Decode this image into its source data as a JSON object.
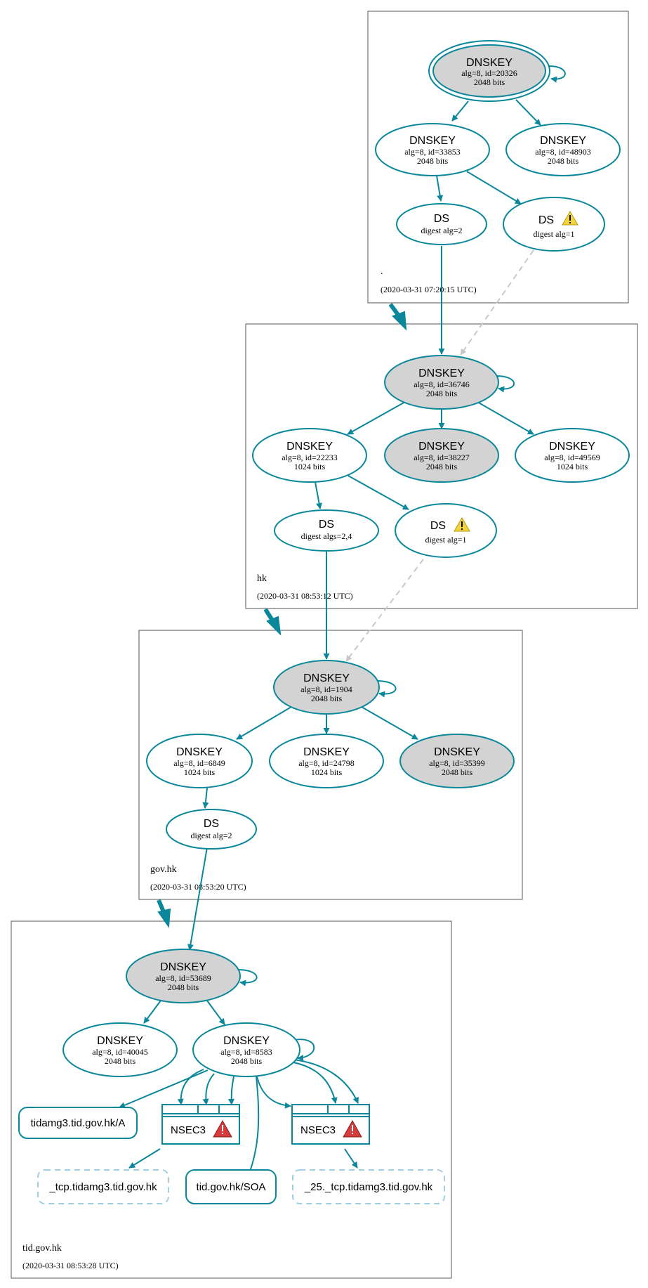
{
  "zones": [
    {
      "id": "root",
      "name": ".",
      "timestamp": "(2020-03-31 07:20:15 UTC)"
    },
    {
      "id": "hk",
      "name": "hk",
      "timestamp": "(2020-03-31 08:53:12 UTC)"
    },
    {
      "id": "govhk",
      "name": "gov.hk",
      "timestamp": "(2020-03-31 08:53:20 UTC)"
    },
    {
      "id": "tid",
      "name": "tid.gov.hk",
      "timestamp": "(2020-03-31 08:53:28 UTC)"
    }
  ],
  "nodes": {
    "root_ksk": {
      "title": "DNSKEY",
      "l1": "alg=8, id=20326",
      "l2": "2048 bits"
    },
    "root_k1": {
      "title": "DNSKEY",
      "l1": "alg=8, id=33853",
      "l2": "2048 bits"
    },
    "root_k2": {
      "title": "DNSKEY",
      "l1": "alg=8, id=48903",
      "l2": "2048 bits"
    },
    "hk_ds2": {
      "title": "DS",
      "l1": "digest alg=2"
    },
    "hk_ds1": {
      "title": "DS",
      "l1": "digest alg=1"
    },
    "hk_ksk": {
      "title": "DNSKEY",
      "l1": "alg=8, id=36746",
      "l2": "2048 bits"
    },
    "hk_k1": {
      "title": "DNSKEY",
      "l1": "alg=8, id=22233",
      "l2": "1024 bits"
    },
    "hk_k2": {
      "title": "DNSKEY",
      "l1": "alg=8, id=38227",
      "l2": "2048 bits"
    },
    "hk_k3": {
      "title": "DNSKEY",
      "l1": "alg=8, id=49569",
      "l2": "1024 bits"
    },
    "gov_ds24": {
      "title": "DS",
      "l1": "digest algs=2,4"
    },
    "gov_ds1": {
      "title": "DS",
      "l1": "digest alg=1"
    },
    "gov_ksk": {
      "title": "DNSKEY",
      "l1": "alg=8, id=1904",
      "l2": "2048 bits"
    },
    "gov_k1": {
      "title": "DNSKEY",
      "l1": "alg=8, id=6849",
      "l2": "1024 bits"
    },
    "gov_k2": {
      "title": "DNSKEY",
      "l1": "alg=8, id=24798",
      "l2": "1024 bits"
    },
    "gov_k3": {
      "title": "DNSKEY",
      "l1": "alg=8, id=35399",
      "l2": "2048 bits"
    },
    "tid_ds": {
      "title": "DS",
      "l1": "digest alg=2"
    },
    "tid_ksk": {
      "title": "DNSKEY",
      "l1": "alg=8, id=53689",
      "l2": "2048 bits"
    },
    "tid_k1": {
      "title": "DNSKEY",
      "l1": "alg=8, id=40045",
      "l2": "2048 bits"
    },
    "tid_k2": {
      "title": "DNSKEY",
      "l1": "alg=8, id=8583",
      "l2": "2048 bits"
    }
  },
  "records": {
    "a_record": "tidamg3.tid.gov.hk/A",
    "soa_record": "tid.gov.hk/SOA",
    "tcp_nonexist": "_tcp.tidamg3.tid.gov.hk",
    "tcp25_nonexist": "_25._tcp.tidamg3.tid.gov.hk",
    "nsec3_left": "NSEC3",
    "nsec3_right": "NSEC3"
  },
  "colors": {
    "edge": "#0a879a",
    "filled": "#d3d3d3",
    "dashed_edge": "#c8c8c8",
    "nonexist_border": "#a2cfe0",
    "warning_yellow": "#f2d43b",
    "error_red": "#d63c3c",
    "zone_border": "#555555"
  }
}
